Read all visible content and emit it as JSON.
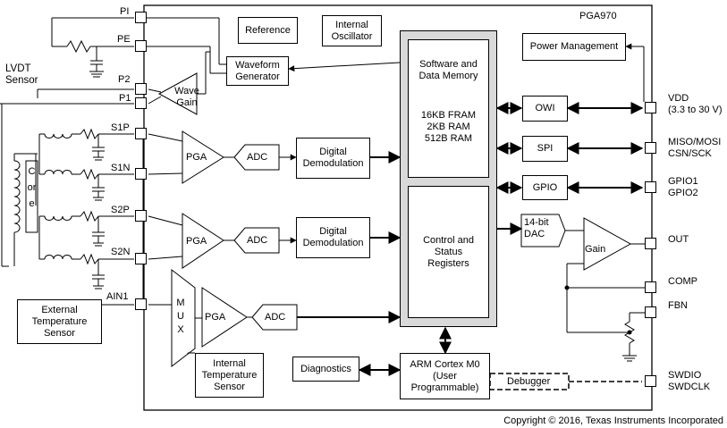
{
  "chip": {
    "name": "PGA970"
  },
  "left_pins": [
    "PI",
    "PE",
    "P2",
    "P1",
    "S1P",
    "S1N",
    "S2P",
    "S2N",
    "AIN1"
  ],
  "right_pins": {
    "vdd": "VDD\n(3.3 to 30 V)",
    "spi": "MISO/MOSI\nCSN/SCK",
    "gpio": "GPIO1\nGPIO2",
    "out": "OUT",
    "comp": "COMP",
    "fbn": "FBN",
    "swd": "SWDIO\nSWDCLK"
  },
  "external": {
    "lvdt": "LVDT\nSensor",
    "core": "Core",
    "ext_temp": "External\nTemperature\nSensor"
  },
  "blocks": {
    "reference": "Reference",
    "oscillator": "Internal\nOscillator",
    "waveform": "Waveform\nGenerator",
    "wave_gain": "Wave\nGain",
    "pga1": "PGA",
    "adc1": "ADC",
    "demod1": "Digital\nDemodulation",
    "pga2": "PGA",
    "adc2": "ADC",
    "demod2": "Digital\nDemodulation",
    "mux": "M\nU\nX",
    "pga3": "PGA",
    "adc3": "ADC",
    "int_temp": "Internal\nTemperature\nSensor",
    "diagnostics": "Diagnostics",
    "memory": "Software and\nData Memory",
    "memory_sizes": "16KB FRAM\n2KB RAM\n512B RAM",
    "control": "Control and\nStatus\nRegisters",
    "arm": "ARM Cortex M0\n(User\nProgrammable)",
    "debugger": "Debugger",
    "power": "Power Management",
    "owi": "OWI",
    "spi": "SPI",
    "gpio": "GPIO",
    "dac": "14-bit\nDAC",
    "gain": "Gain"
  },
  "copyright": "Copyright © 2016, Texas Instruments Incorporated"
}
